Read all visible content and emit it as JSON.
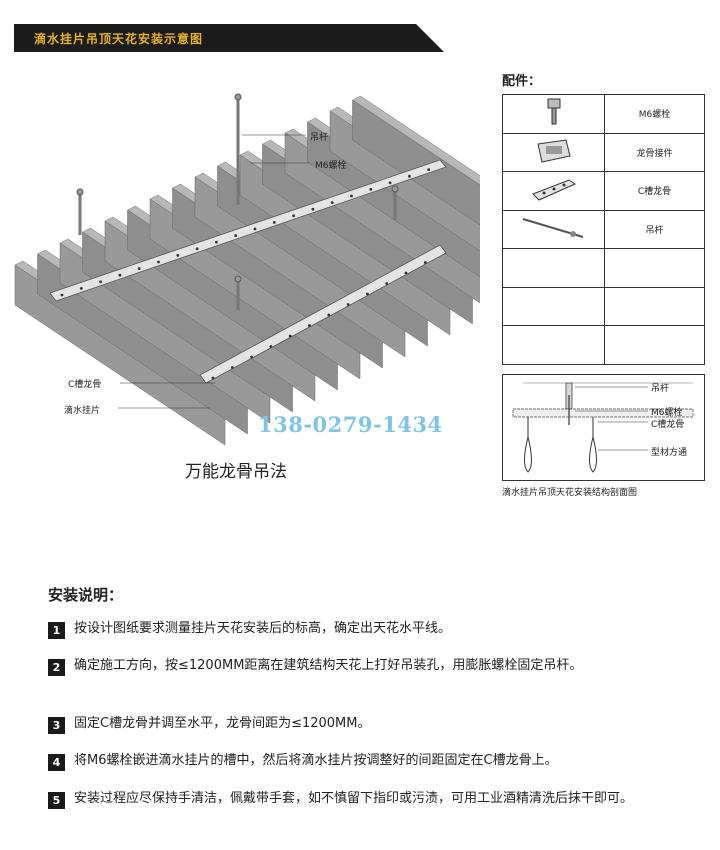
{
  "banner": {
    "title": "滴水挂片吊顶天花安装示意图"
  },
  "diagram": {
    "labels": {
      "rod": "吊杆",
      "bolt": "M6螺栓",
      "ckeel": "C槽龙骨",
      "panel": "滴水挂片"
    },
    "phone": "138-0279-1434",
    "caption": "万能龙骨吊法"
  },
  "accessories": {
    "title": "配件：",
    "rows": [
      {
        "icon": "bolt-icon",
        "name": "M6螺栓"
      },
      {
        "icon": "connector-icon",
        "name": "龙骨接件"
      },
      {
        "icon": "c-keel-icon",
        "name": "C槽龙骨"
      },
      {
        "icon": "rod-icon",
        "name": "吊杆"
      },
      {
        "icon": "",
        "name": ""
      },
      {
        "icon": "",
        "name": ""
      },
      {
        "icon": "",
        "name": ""
      }
    ]
  },
  "section_view": {
    "labels": {
      "rod": "吊杆",
      "bolt": "M6螺栓",
      "ckeel": "C槽龙骨",
      "tube": "型材方通"
    },
    "caption": "滴水挂片吊顶天花安装结构剖面图"
  },
  "instructions": {
    "title": "安装说明：",
    "steps": [
      {
        "num": "1",
        "text": "按设计图纸要求测量挂片天花安装后的标高，确定出天花水平线。"
      },
      {
        "num": "2",
        "text": "确定施工方向，按≤1200MM距离在建筑结构天花上打好吊装孔，用膨胀螺栓固定吊杆。"
      },
      {
        "num": "3",
        "text": "固定C槽龙骨并调至水平，龙骨间距为≤1200MM。"
      },
      {
        "num": "4",
        "text": "将M6螺栓嵌进滴水挂片的槽中，然后将滴水挂片按调整好的间距固定在C槽龙骨上。"
      },
      {
        "num": "5",
        "text": "安装过程应尽保持手清洁，佩戴带手套，如不慎留下指印或污渍，可用工业酒精清洗后抹干即可。"
      }
    ]
  }
}
